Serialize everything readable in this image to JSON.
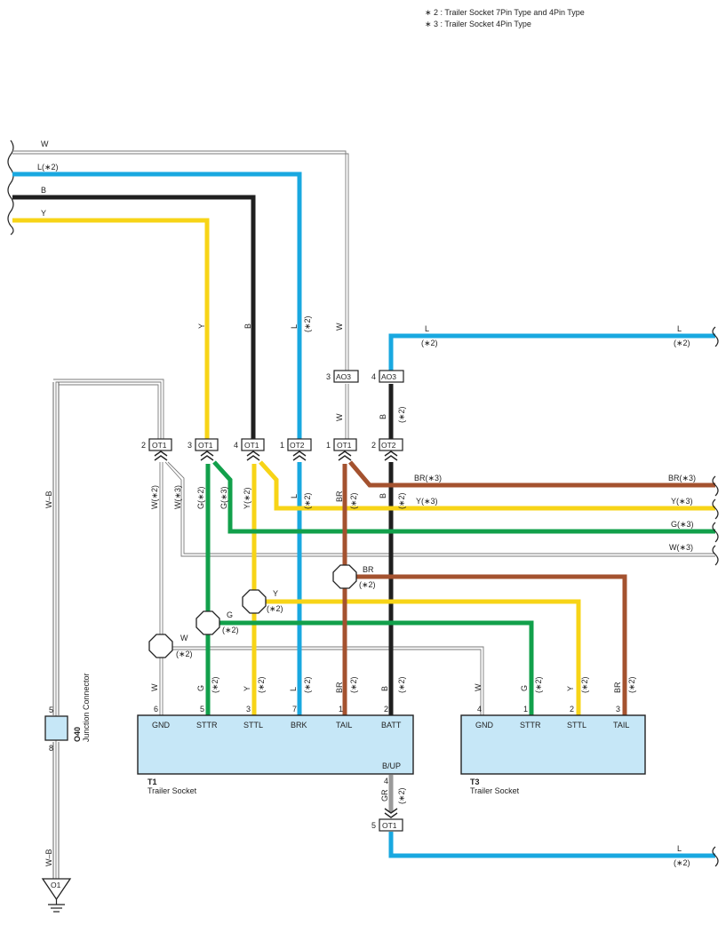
{
  "colors": {
    "L": "#19a8e0",
    "B": "#1f1f1f",
    "Y": "#f7d417",
    "G": "#12a04b",
    "BR": "#a4522f",
    "GR": "#9a9a9a",
    "W": "#8c8c8c",
    "box_fill": "#c6e7f7"
  },
  "notes": {
    "n2": "∗ 2 : Trailer Socket 7Pin Type and 4Pin Type",
    "n3": "∗ 3 : Trailer Socket 4Pin Type"
  },
  "wire_labels": {
    "left_w": "W",
    "left_l": "L(∗2)",
    "left_b": "B",
    "left_y": "Y",
    "v_y": "Y",
    "v_b": "B",
    "v_l": "L",
    "v_l_note": "(∗2)",
    "v_w": "W",
    "right_l_top": "L",
    "right_l_top_note": "(∗2)",
    "right_l_top_left": "L",
    "right_l_top_left_note": "(∗2)",
    "v_w_ao3": "W",
    "v_b_ao3": "B",
    "v_b_ao3_note": "(∗2)",
    "br3_a": "BR(∗3)",
    "br3_b": "BR(∗3)",
    "y3_a": "Y(∗3)",
    "y3_b": "Y(∗3)",
    "g3": "G(∗3)",
    "w3": "W(∗3)",
    "wb_top": "W–B",
    "wb_bot": "W–B",
    "gr": "GR",
    "gr_note": "(∗2)",
    "bottom_l": "L",
    "bottom_l_note": "(∗2)",
    "u_w": "W(∗2)",
    "u_w3": "W(∗3)",
    "u_g": "G(∗2)",
    "u_g3": "G(∗3)",
    "u_y": "Y(∗2)",
    "u_l": "L",
    "u_l_note": "(∗2)",
    "u_br": "BR",
    "u_br_note": "(∗2)",
    "u_b": "B",
    "u_b_note": "(∗2)"
  },
  "connectors": [
    {
      "id": "ot1_a",
      "name": "OT1",
      "pin": "2"
    },
    {
      "id": "ot1_b",
      "name": "OT1",
      "pin": "3"
    },
    {
      "id": "ot1_c",
      "name": "OT1",
      "pin": "4"
    },
    {
      "id": "ot2_a",
      "name": "OT2",
      "pin": "1"
    },
    {
      "id": "ot1_d",
      "name": "OT1",
      "pin": "1"
    },
    {
      "id": "ot2_b",
      "name": "OT2",
      "pin": "2"
    },
    {
      "id": "ao3_a",
      "name": "AO3",
      "pin": "3"
    },
    {
      "id": "ao3_b",
      "name": "AO3",
      "pin": "4"
    },
    {
      "id": "ot1_e",
      "name": "OT1",
      "pin": "5"
    }
  ],
  "splices": [
    {
      "id": "br",
      "label": "BR",
      "note": "(∗2)"
    },
    {
      "id": "y",
      "label": "Y",
      "note": "(∗2)"
    },
    {
      "id": "g",
      "label": "G",
      "note": "(∗2)"
    },
    {
      "id": "w",
      "label": "W",
      "note": "(∗2)"
    }
  ],
  "t1": {
    "code": "T1",
    "name": "Trailer Socket",
    "aux_label": "B/UP",
    "aux_pin": "4",
    "terminals": [
      {
        "label": "GND",
        "pin": "6",
        "wire": "W",
        "note": ""
      },
      {
        "label": "STTR",
        "pin": "5",
        "wire": "G",
        "note": "(∗2)"
      },
      {
        "label": "STTL",
        "pin": "3",
        "wire": "Y",
        "note": "(∗2)"
      },
      {
        "label": "BRK",
        "pin": "7",
        "wire": "L",
        "note": "(∗2)"
      },
      {
        "label": "TAIL",
        "pin": "1",
        "wire": "BR",
        "note": "(∗2)"
      },
      {
        "label": "BATT",
        "pin": "2",
        "wire": "B",
        "note": "(∗2)"
      }
    ]
  },
  "t3": {
    "code": "T3",
    "name": "Trailer Socket",
    "terminals": [
      {
        "label": "GND",
        "pin": "4",
        "wire": "W",
        "note": ""
      },
      {
        "label": "STTR",
        "pin": "1",
        "wire": "G",
        "note": "(∗2)"
      },
      {
        "label": "STTL",
        "pin": "2",
        "wire": "Y",
        "note": "(∗2)"
      },
      {
        "label": "TAIL",
        "pin": "3",
        "wire": "BR",
        "note": "(∗2)"
      }
    ]
  },
  "junction": {
    "code": "O40",
    "name": "Junction Connector",
    "pin_top": "5",
    "pin_bottom": "8"
  },
  "ground": {
    "code": "O1"
  }
}
